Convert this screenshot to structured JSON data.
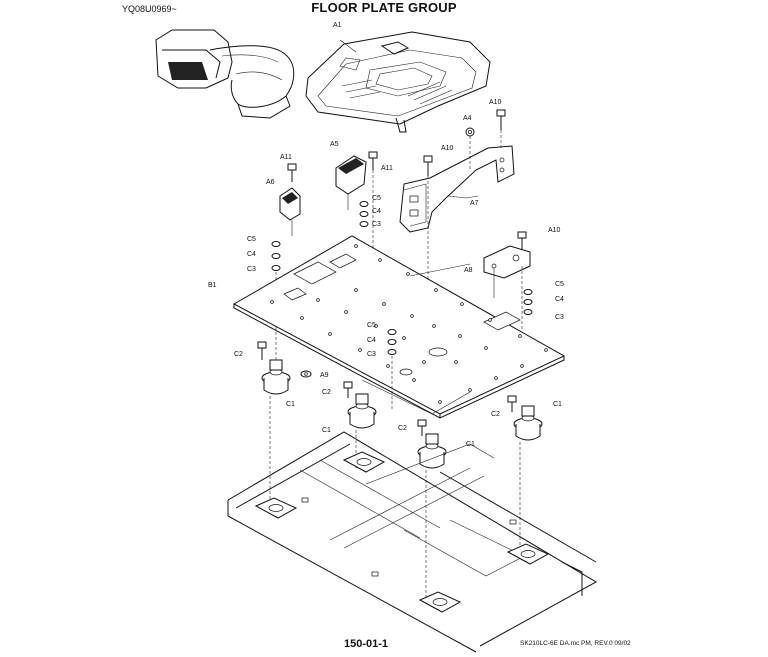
{
  "header": {
    "ref_code": "YQ08U0969~",
    "title": "FLOOR PLATE GROUP"
  },
  "footer": {
    "page_number": "150-01-1",
    "model_rev": "SK210LC-6E DA.mc PM,  REV.0 09/02"
  },
  "callouts": {
    "a1": "A1",
    "a4": "A4",
    "a5": "A5",
    "a6": "A6",
    "a7": "A7",
    "a8": "A8",
    "a9": "A9",
    "a10_top": "A10",
    "a10_mid": "A10",
    "a10_right": "A10",
    "a11_left": "A11",
    "a11_center": "A11",
    "b1": "B1",
    "c1_left": "C1",
    "c1_center": "C1",
    "c1_front": "C1",
    "c1_right": "C1",
    "c2_left": "C2",
    "c2_center": "C2",
    "c2_front": "C2",
    "c2_right": "C2",
    "c3_left": "C3",
    "c3_center": "C3",
    "c3_mid": "C3",
    "c3_right": "C3",
    "c4_left": "C4",
    "c4_center": "C4",
    "c4_mid": "C4",
    "c4_right": "C4",
    "c5_left": "C5",
    "c5_center": "C5",
    "c5_mid": "C5",
    "c5_right": "C5"
  }
}
